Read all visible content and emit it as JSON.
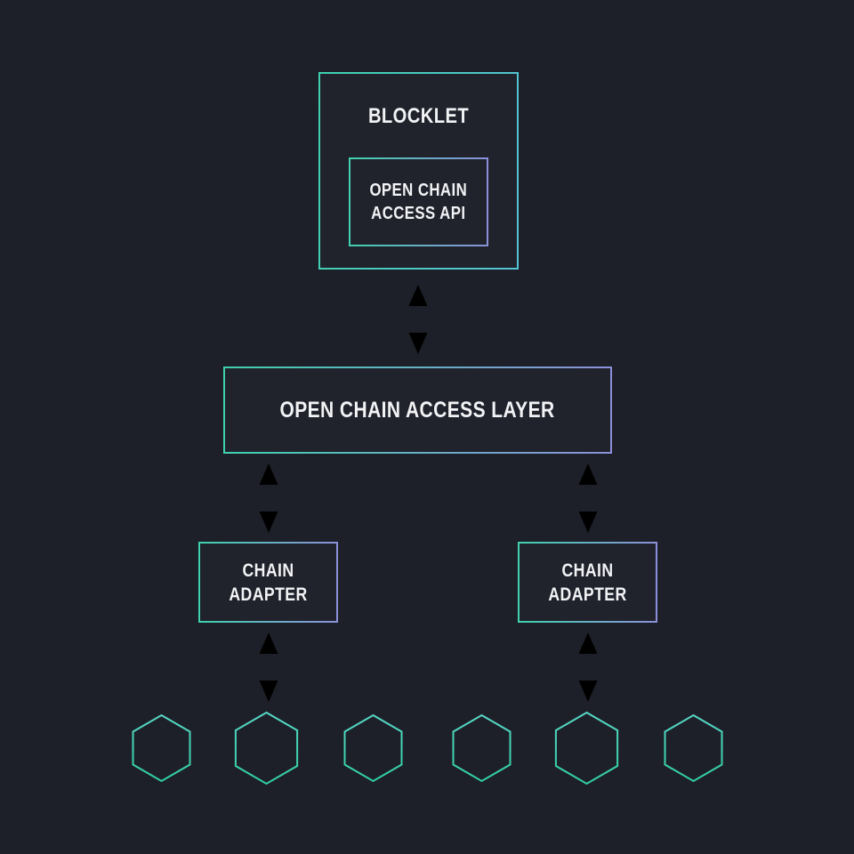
{
  "colors": {
    "background": "#1e2029",
    "panel_fill": "#20222c",
    "teal": "#3fd1ae",
    "cyan": "#55c3d5",
    "purple": "#8b90d9",
    "hex_top": "#58d8c6",
    "hex_bottom": "#2fcfa2",
    "text": "#f2f3f5"
  },
  "nodes": {
    "blocklet": {
      "label": "BLOCKLET"
    },
    "open_chain_access_api": {
      "lines": [
        "OPEN CHAIN",
        "ACCESS API"
      ]
    },
    "open_chain_access_layer": {
      "label": "OPEN CHAIN ACCESS LAYER"
    },
    "chain_adapter_left": {
      "lines": [
        "CHAIN",
        "ADAPTER"
      ]
    },
    "chain_adapter_right": {
      "lines": [
        "CHAIN",
        "ADAPTER"
      ]
    }
  }
}
